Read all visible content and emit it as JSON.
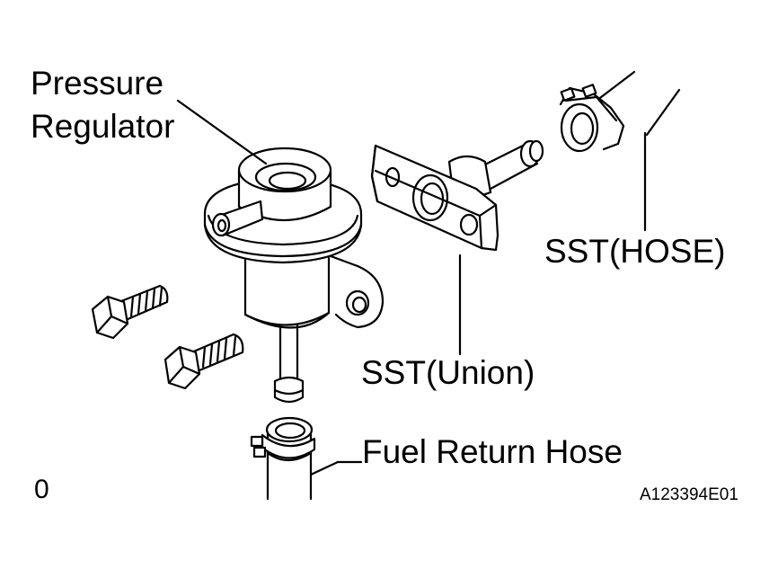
{
  "labels": {
    "pressure_regulator_line1": "Pressure",
    "pressure_regulator_line2": "Regulator",
    "sst_hose": "SST(HOSE)",
    "sst_union": "SST(Union)",
    "fuel_return_hose": "Fuel Return Hose",
    "corner_mark": "0",
    "figure_code": "A123394E01"
  },
  "parts": [
    "pressure-regulator",
    "sst-hose",
    "sst-union",
    "fuel-return-hose",
    "bolt",
    "bolt"
  ],
  "colors": {
    "line": "#000000",
    "background": "#ffffff"
  }
}
